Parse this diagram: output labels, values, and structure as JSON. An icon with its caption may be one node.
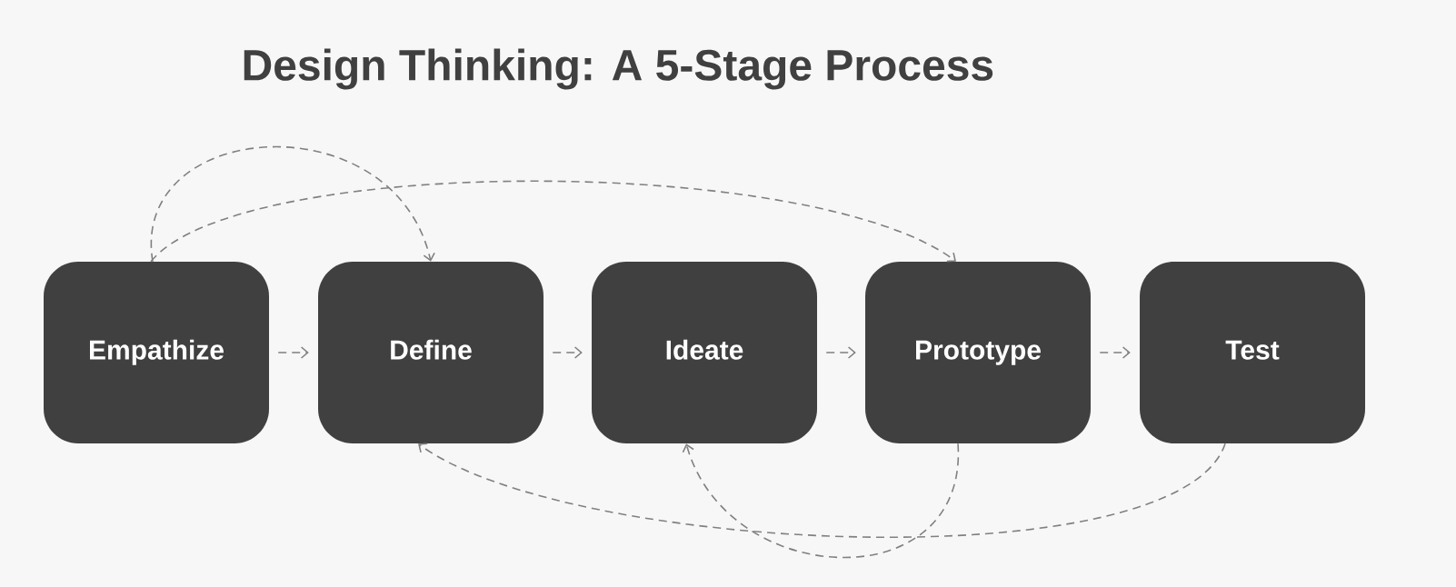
{
  "diagram": {
    "title": "Design Thinking: A 5-Stage Process",
    "nodes": [
      {
        "text": [
          "Empathize"
        ]
      },
      {
        "text": [
          "Define"
        ]
      },
      {
        "text": [
          "Ideate"
        ]
      },
      {
        "text": [
          "Prototype"
        ]
      },
      {
        "text": [
          "Test"
        ]
      }
    ],
    "edges": [
      {
        "from": 0,
        "to": 1,
        "arrow": "to",
        "style": "dashed"
      },
      {
        "from": 1,
        "to": 2,
        "arrow": "to",
        "style": "dashed"
      },
      {
        "from": 2,
        "to": 3,
        "arrow": "to",
        "style": "dashed"
      },
      {
        "from": 3,
        "to": 4,
        "arrow": "to",
        "style": "dashed"
      },
      {
        "from": 0,
        "to": 1,
        "arrow": "to",
        "style": "dashed"
      },
      {
        "from": 0,
        "to": 3,
        "arrow": "to",
        "style": "dashed"
      },
      {
        "from": 4,
        "to": 1,
        "arrow": "to",
        "style": "dashed"
      },
      {
        "from": 3,
        "to": 2,
        "arrow": "to",
        "style": "dashed"
      }
    ]
  }
}
